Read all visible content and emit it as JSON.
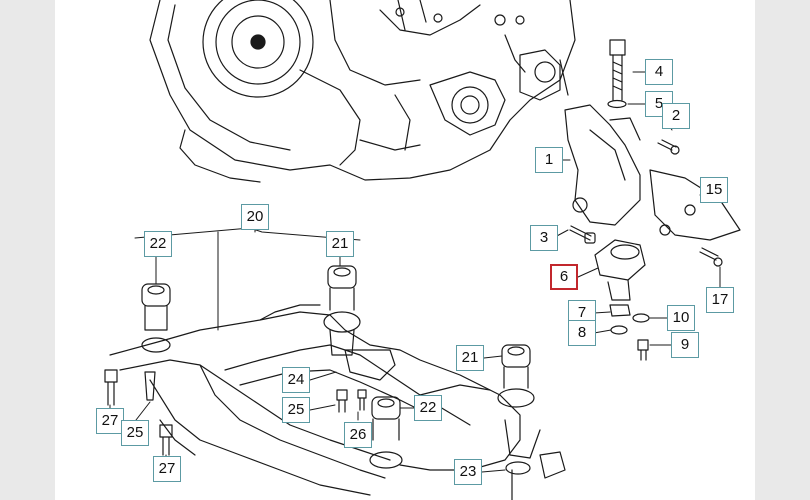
{
  "diagram": {
    "colors": {
      "callout_border": "#5c9aa3",
      "callout_active_border": "#c2272d",
      "line": "#1a1a1a",
      "sheet": "#ffffff",
      "margin": "#e9e9e9"
    },
    "active_callout": "6",
    "callouts": [
      {
        "id": "c4",
        "label": "4"
      },
      {
        "id": "c5",
        "label": "5"
      },
      {
        "id": "c2",
        "label": "2"
      },
      {
        "id": "c1",
        "label": "1"
      },
      {
        "id": "c15",
        "label": "15"
      },
      {
        "id": "c3",
        "label": "3"
      },
      {
        "id": "c6",
        "label": "6"
      },
      {
        "id": "c17",
        "label": "17"
      },
      {
        "id": "c7",
        "label": "7"
      },
      {
        "id": "c10",
        "label": "10"
      },
      {
        "id": "c8",
        "label": "8"
      },
      {
        "id": "c9",
        "label": "9"
      },
      {
        "id": "c20",
        "label": "20"
      },
      {
        "id": "c22a",
        "label": "22"
      },
      {
        "id": "c21a",
        "label": "21"
      },
      {
        "id": "c21b",
        "label": "21"
      },
      {
        "id": "c24",
        "label": "24"
      },
      {
        "id": "c25a",
        "label": "25"
      },
      {
        "id": "c22b",
        "label": "22"
      },
      {
        "id": "c26",
        "label": "26"
      },
      {
        "id": "c27a",
        "label": "27"
      },
      {
        "id": "c25b",
        "label": "25"
      },
      {
        "id": "c27b",
        "label": "27"
      },
      {
        "id": "c23",
        "label": "23"
      }
    ]
  }
}
